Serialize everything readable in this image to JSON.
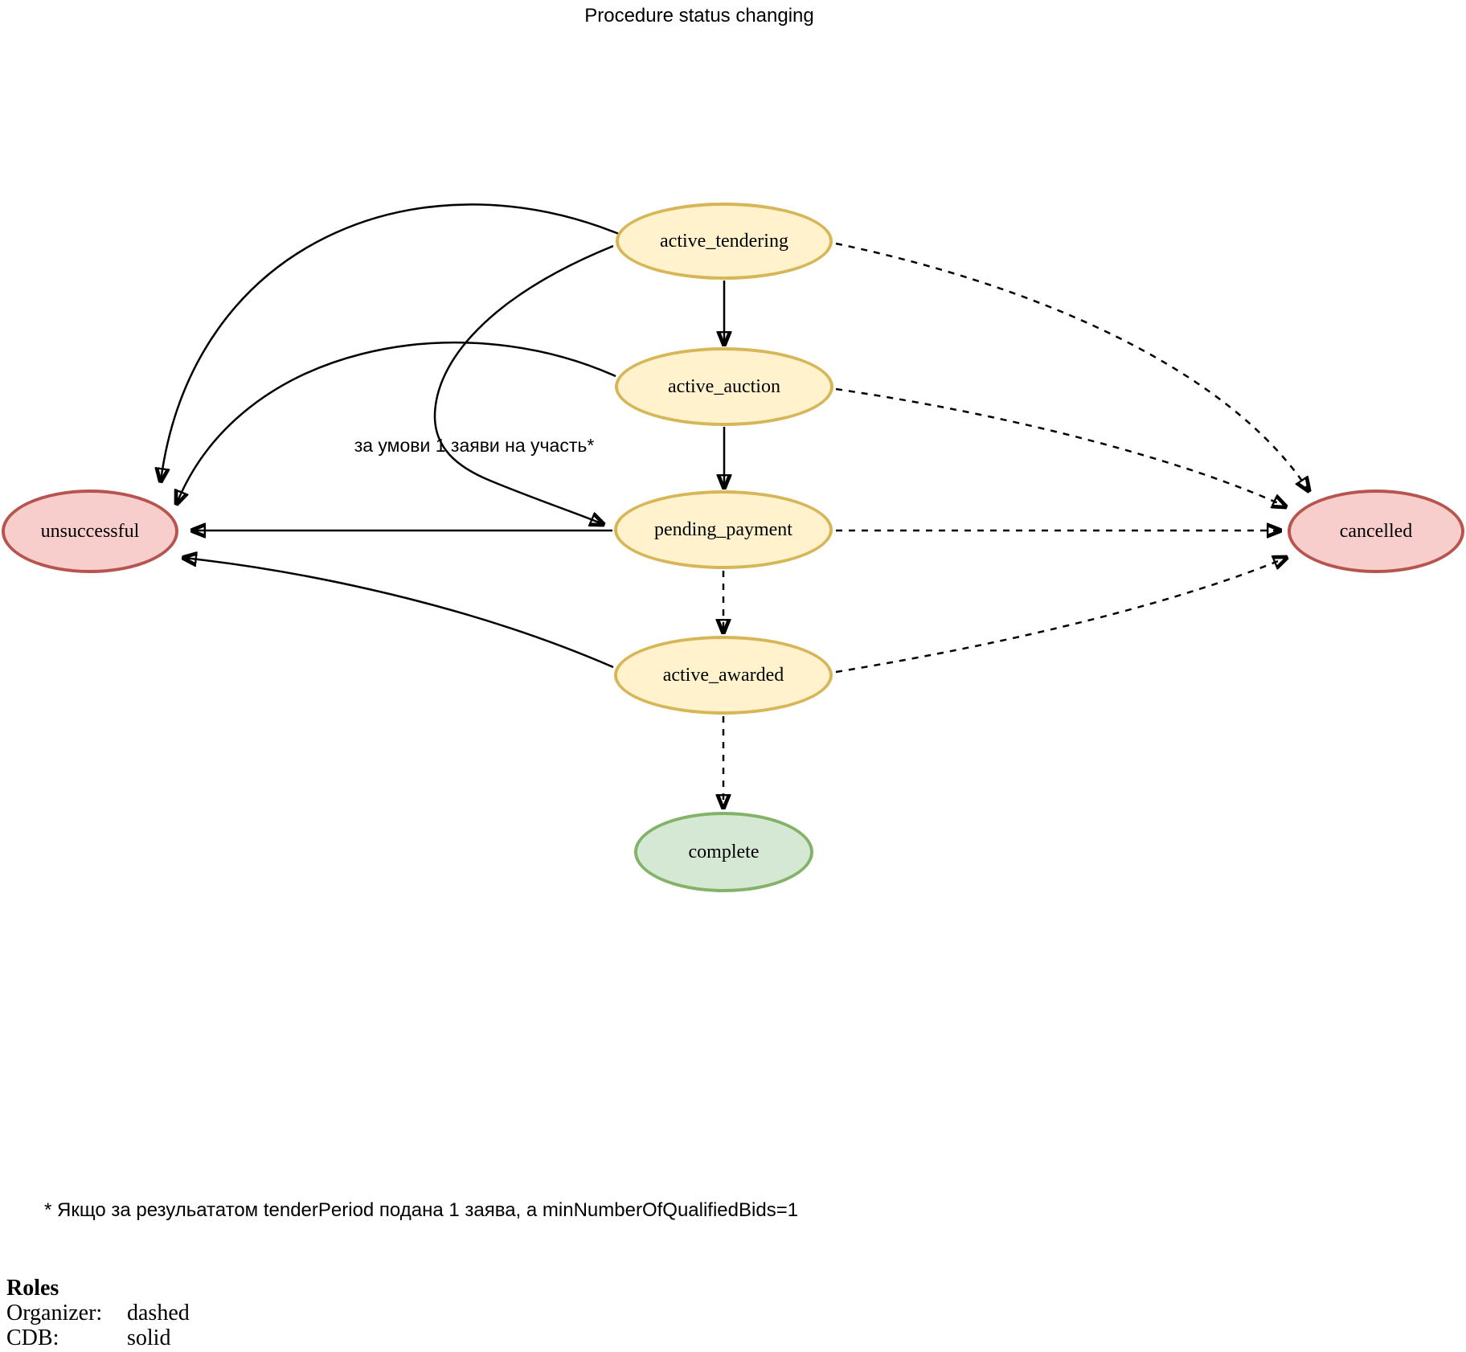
{
  "title": "Procedure status changing",
  "diagram": {
    "nodes": [
      {
        "id": "active_tendering",
        "label": "active_tendering",
        "fill": "#FFF2CC",
        "border": "#D6B656"
      },
      {
        "id": "active_auction",
        "label": "active_auction",
        "fill": "#FFF2CC",
        "border": "#D6B656"
      },
      {
        "id": "pending_payment",
        "label": "pending_payment",
        "fill": "#FFF2CC",
        "border": "#D6B656"
      },
      {
        "id": "active_awarded",
        "label": "active_awarded",
        "fill": "#FFF2CC",
        "border": "#D6B656"
      },
      {
        "id": "complete",
        "label": "complete",
        "fill": "#D5E8D4",
        "border": "#82B366"
      },
      {
        "id": "unsuccessful",
        "label": "unsuccessful",
        "fill": "#F8CECC",
        "border": "#B85450"
      },
      {
        "id": "cancelled",
        "label": "cancelled",
        "fill": "#F8CECC",
        "border": "#B85450"
      }
    ],
    "edge_label": "за умови 1 заяви на участь*",
    "edges": [
      {
        "from": "active_tendering",
        "to": "active_auction",
        "line": "solid",
        "role": "CDB"
      },
      {
        "from": "active_auction",
        "to": "pending_payment",
        "line": "solid",
        "role": "CDB"
      },
      {
        "from": "pending_payment",
        "to": "active_awarded",
        "line": "dashed",
        "role": "Organizer"
      },
      {
        "from": "active_awarded",
        "to": "complete",
        "line": "dashed",
        "role": "Organizer"
      },
      {
        "from": "active_tendering",
        "to": "unsuccessful",
        "line": "solid",
        "role": "CDB"
      },
      {
        "from": "active_auction",
        "to": "unsuccessful",
        "line": "solid",
        "role": "CDB"
      },
      {
        "from": "pending_payment",
        "to": "unsuccessful",
        "line": "solid",
        "role": "CDB"
      },
      {
        "from": "active_awarded",
        "to": "unsuccessful",
        "line": "solid",
        "role": "CDB"
      },
      {
        "from": "active_tendering",
        "to": "pending_payment",
        "line": "solid",
        "role": "CDB",
        "label": "за умови 1 заяви на участь*"
      },
      {
        "from": "active_tendering",
        "to": "cancelled",
        "line": "dashed",
        "role": "Organizer"
      },
      {
        "from": "active_auction",
        "to": "cancelled",
        "line": "dashed",
        "role": "Organizer"
      },
      {
        "from": "pending_payment",
        "to": "cancelled",
        "line": "dashed",
        "role": "Organizer"
      },
      {
        "from": "active_awarded",
        "to": "cancelled",
        "line": "dashed",
        "role": "Organizer"
      }
    ]
  },
  "footnote": "* Якщо за резульататом tenderPeriod подана 1 заява, а minNumberOfQualifiedBids=1",
  "legend": {
    "heading": "Roles",
    "rows": [
      {
        "role": "Organizer:",
        "line_style": "dashed"
      },
      {
        "role": "CDB:",
        "line_style": "solid"
      }
    ]
  }
}
